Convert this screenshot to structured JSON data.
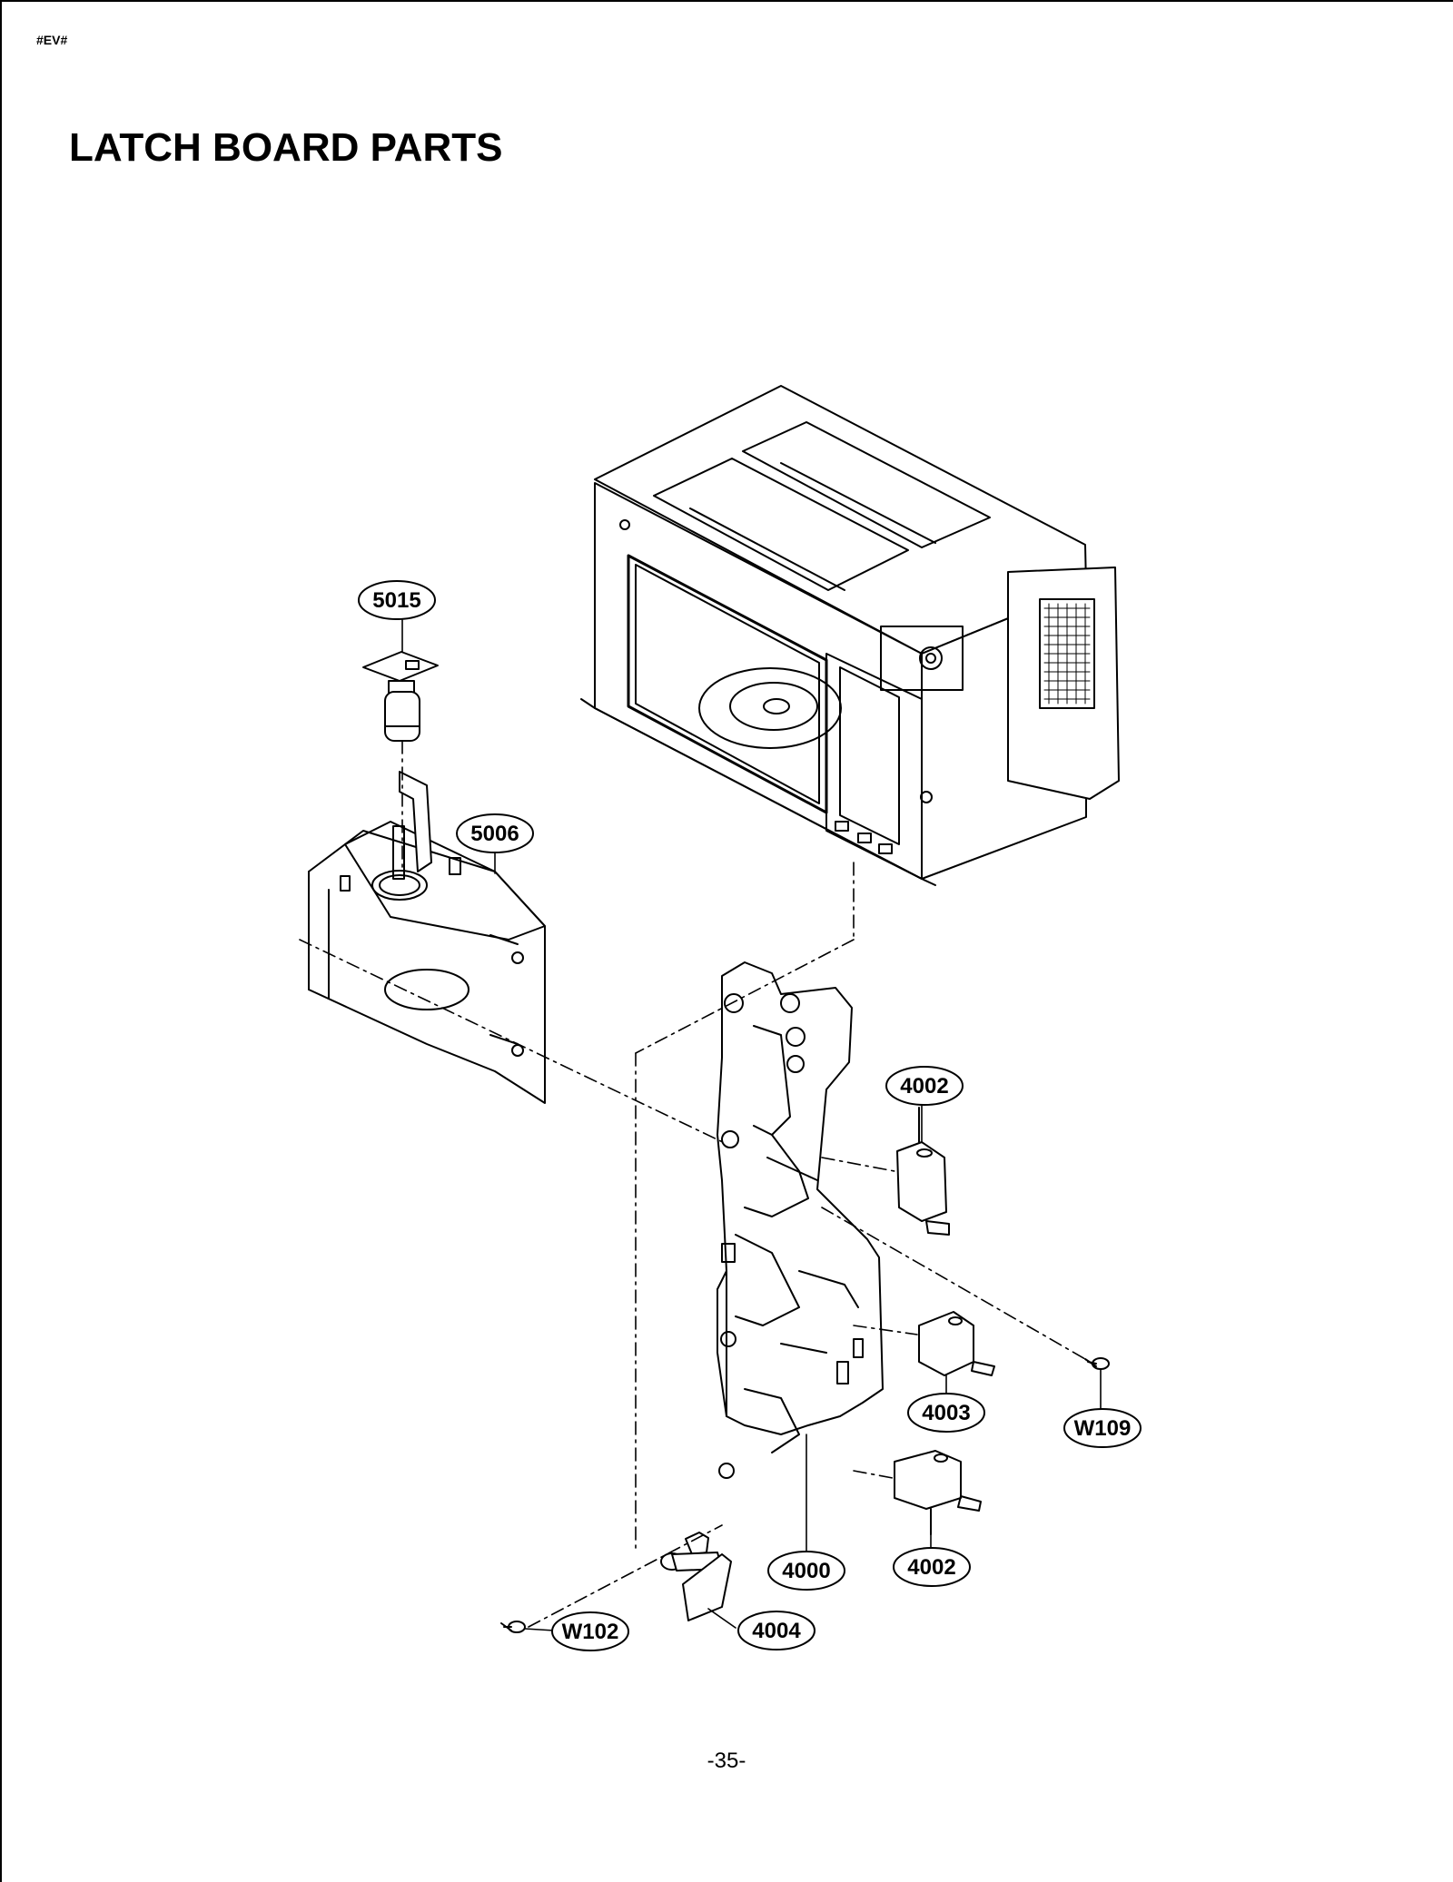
{
  "header": {
    "code": "#EV#"
  },
  "title": "LATCH BOARD PARTS",
  "footer": {
    "page_number": "-35-"
  },
  "callouts": [
    {
      "id": "c5015",
      "label": "5015"
    },
    {
      "id": "c5006",
      "label": "5006"
    },
    {
      "id": "c4002a",
      "label": "4002"
    },
    {
      "id": "c4003",
      "label": "4003"
    },
    {
      "id": "cW109",
      "label": "W109"
    },
    {
      "id": "c4000",
      "label": "4000"
    },
    {
      "id": "c4002b",
      "label": "4002"
    },
    {
      "id": "cW102",
      "label": "W102"
    },
    {
      "id": "c4004",
      "label": "4004"
    }
  ],
  "parts": [
    "oven-cavity",
    "lamp-socket",
    "lamp-holder",
    "latch-board",
    "micro-switch-upper",
    "micro-switch-middle",
    "micro-switch-lower",
    "latch-lever",
    "screw-w109",
    "screw-w102"
  ]
}
